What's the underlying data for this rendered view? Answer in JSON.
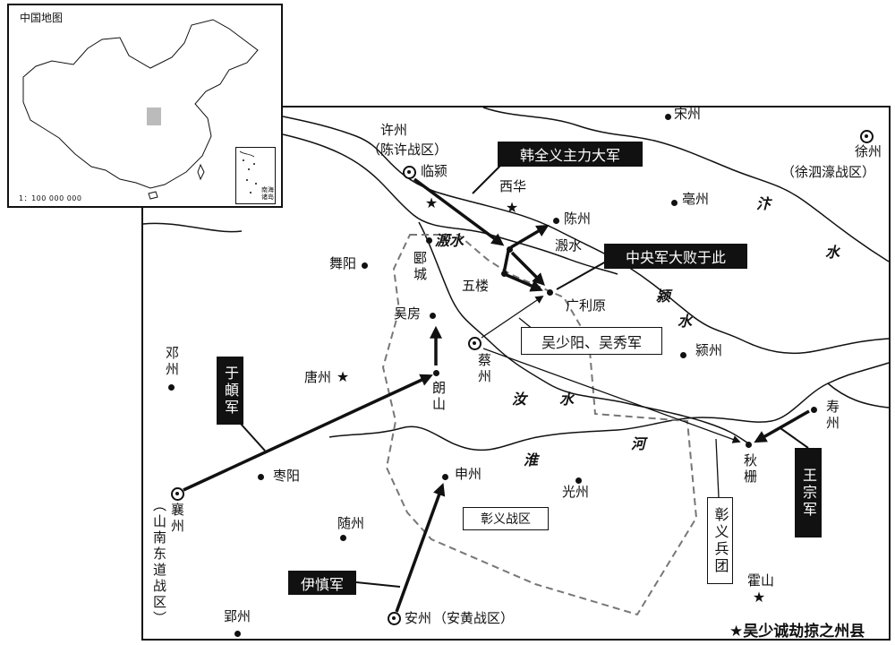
{
  "inset": {
    "title": "中国地图",
    "scale": "1：100 000 000",
    "south_sea_top": "南海",
    "south_sea_bottom": "诸岛"
  },
  "places": {
    "songzhou": "宋州",
    "xuzhou_east": "徐州",
    "xuzhou_east_zone": "（徐泗濠战区）",
    "xuzhou_west": "许州",
    "xuzhou_west_zone": "（陈许战区）",
    "linying": "临颍",
    "xihua": "西华",
    "bozhou": "亳州",
    "chenzhou": "陈州",
    "yancheng": "郾城",
    "wuyang": "舞阳",
    "yinshui_town": "溵水",
    "wulou": "五楼",
    "guangliyuan": "广利原",
    "wufang": "吴房",
    "caizhou": "蔡州",
    "yingzhou": "颍州",
    "dengzhou": "邓州",
    "tangzhou": "唐州",
    "langshan": "朗山",
    "shouzhou": "寿州",
    "qiuzha": "秋栅",
    "zaoyang": "枣阳",
    "shenzhou": "申州",
    "guangzhou": "光州",
    "xiangzhou": "襄州",
    "xiangzhou_zone": "（山南东道战区）",
    "suizhou": "随州",
    "huoshan": "霍山",
    "yingzhou_south": "郢州",
    "anzhou": "安州",
    "anzhou_zone": "（安黄战区）"
  },
  "rivers": {
    "yinshui": "溵水",
    "bian_a": "汴",
    "bian_b": "水",
    "ying_a": "颍",
    "ying_b": "水",
    "ru_a": "汝",
    "ru_b": "水",
    "huai_a": "淮",
    "huai_b": "河"
  },
  "armies": {
    "han_quanyi": "韩全义主力大军",
    "central_defeat": "中央军大败于此",
    "wu_shaoyang": "吴少阳、吴秀军",
    "yu_di": "于頔军",
    "wang_zong": "王宗军",
    "zhangyi_corps": "彰义兵团",
    "yi_shen": "伊慎军"
  },
  "zones": {
    "zhangyi": "彰义战区"
  },
  "legend": {
    "text": "★吴少诚劫掠之州县"
  },
  "colors": {
    "ink": "#111111",
    "boundary": "#777777",
    "highlight_region": "#bbbbbb"
  }
}
